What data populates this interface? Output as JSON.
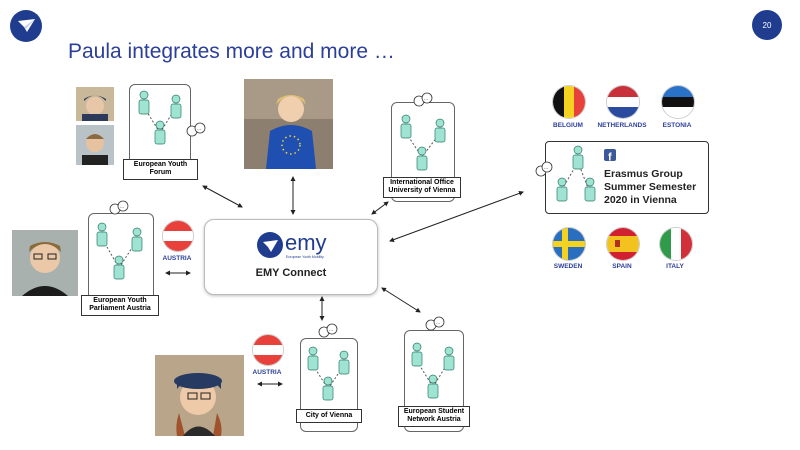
{
  "slide": {
    "title": "Paula integrates more and more …",
    "page_number": "20"
  },
  "hub": {
    "brand": "emy",
    "tagline": "European Youth Mobility",
    "title": "EMY Connect"
  },
  "groups": {
    "youth_forum": "European Youth Forum",
    "intl_office": "International Office University of Vienna",
    "youth_parliament": "European Youth Parliament Austria",
    "city_vienna": "City of Vienna",
    "esn_austria": "European Student Network Austria",
    "erasmus": "Erasmus Group Summer Semester 2020 in Vienna"
  },
  "flags": {
    "belgium": "BELGIUM",
    "netherlands": "NETHERLANDS",
    "estonia": "ESTONIA",
    "sweden": "SWEDEN",
    "spain": "SPAIN",
    "italy": "ITALY",
    "austria_left": "AUSTRIA",
    "austria_bottom": "AUSTRIA"
  },
  "colors": {
    "accent_blue": "#1f3c8f",
    "person_fill": "#9fe3d3",
    "person_stroke": "#2f7a6a"
  },
  "icons": [
    "paper-plane-icon",
    "facebook-icon",
    "speech-bubble-icon",
    "person-icon"
  ]
}
